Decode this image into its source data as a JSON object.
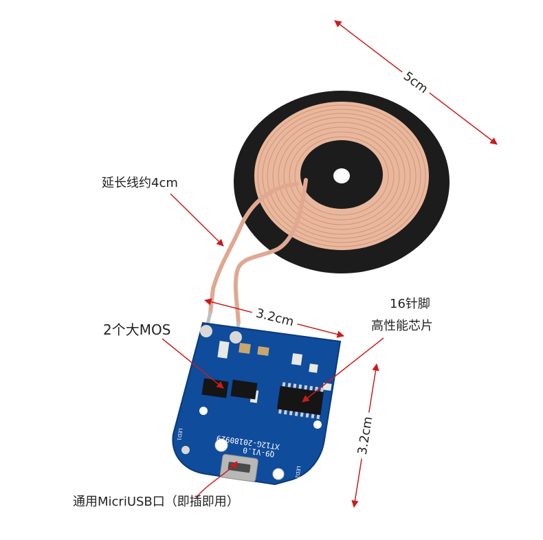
{
  "labels": {
    "dim_coil": "5cm",
    "wire_ext": "延长线约4cm",
    "board_width": "3.2cm",
    "board_height": "3.2cm",
    "mos": "2个大MOS",
    "chip_line1": "16针脚",
    "chip_line2": "高性能芯片",
    "usb": "通用MicriUSB口（即插即用）"
  },
  "pcb_silkscreen": {
    "model": "XT12G-20180929",
    "version": "Q9-V1.0",
    "led_left": "LED1",
    "led_right": "LED2"
  },
  "colors": {
    "annotation": "#cc1b1b",
    "pcb": "#0f4c9c",
    "coil": "#e9b79c",
    "disk": "#1c1c1c"
  }
}
